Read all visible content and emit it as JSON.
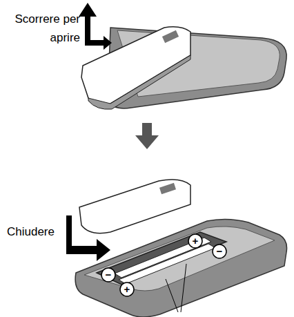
{
  "diagram": {
    "labels": [
      "Scorrere per aprire",
      "Chiudere",
      "+",
      "−",
      "−",
      "+"
    ]
  }
}
